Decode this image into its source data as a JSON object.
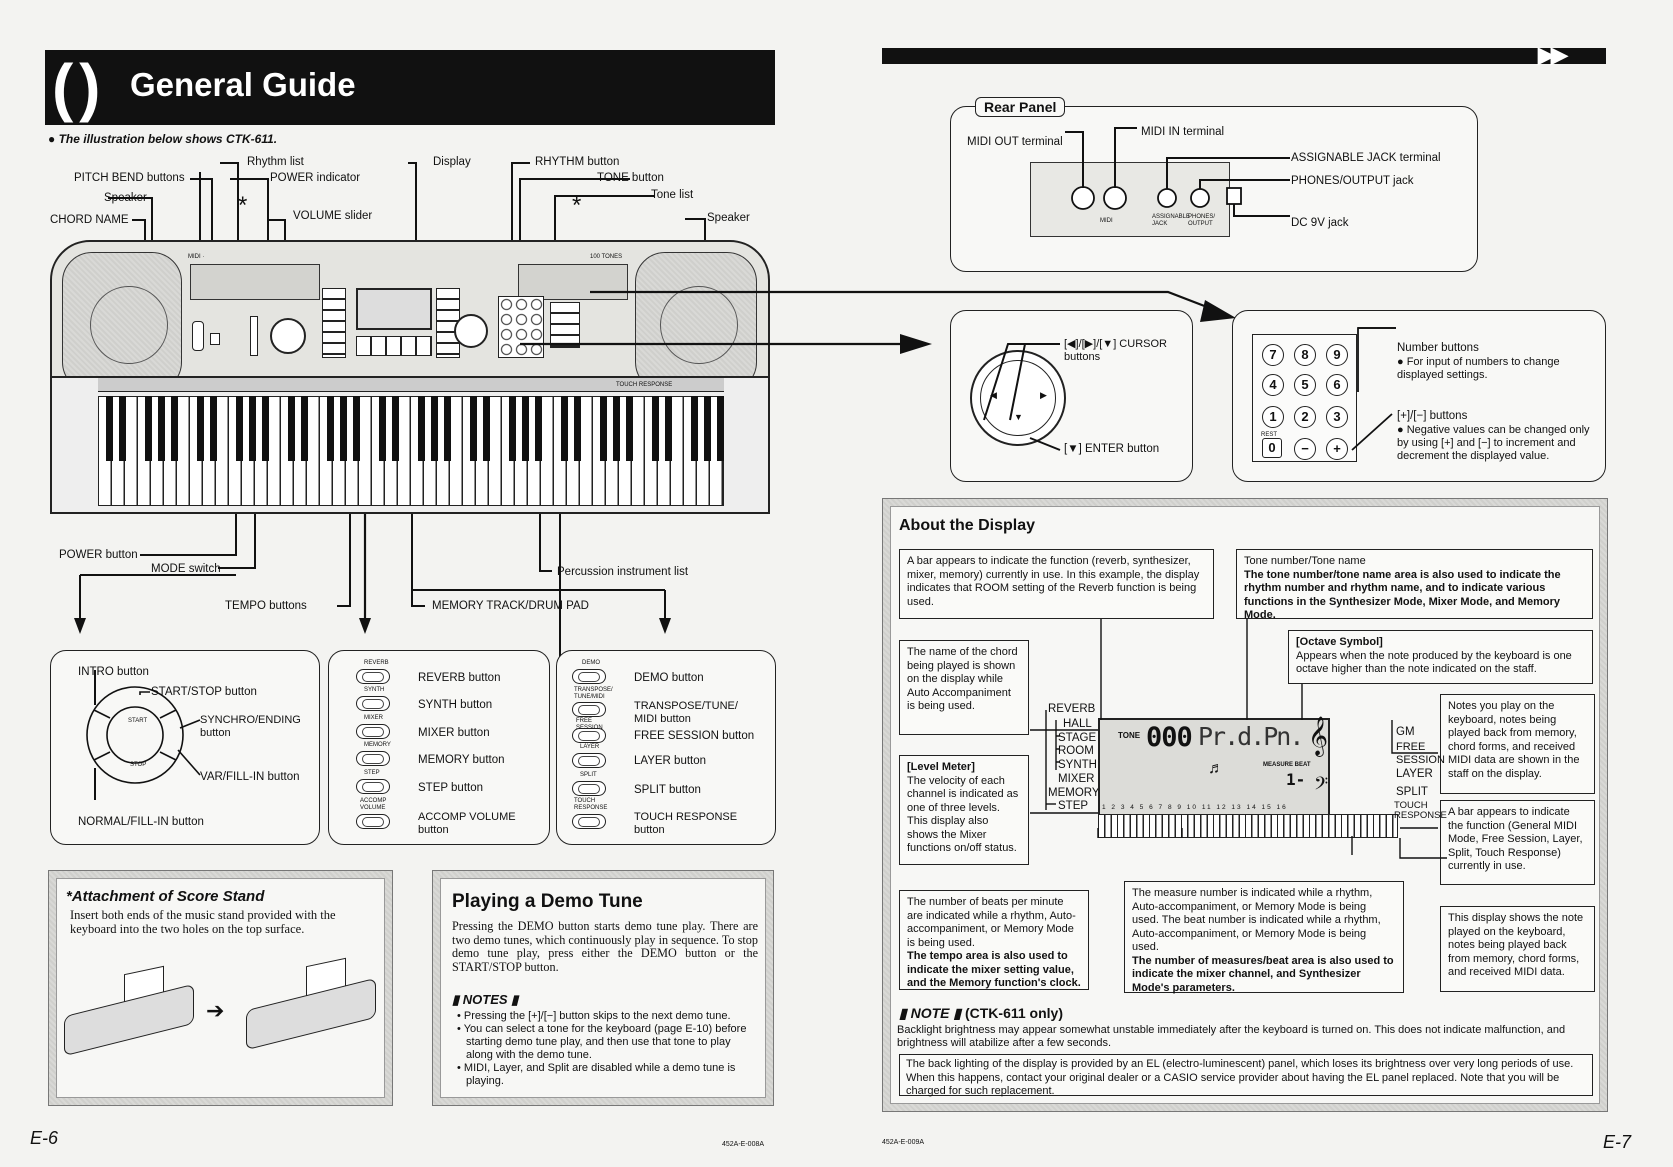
{
  "left_page": {
    "header_title": "General Guide",
    "illustration_note": "The illustration below shows CTK-611.",
    "callouts": {
      "rhythm_list": "Rhythm list",
      "pitch_bend": "PITCH BEND buttons",
      "power_indicator": "POWER indicator",
      "speaker_left": "Speaker",
      "chord_name": "CHORD NAME",
      "volume_slider": "VOLUME slider",
      "display": "Display",
      "rhythm_button": "RHYTHM button",
      "tone_button": "TONE button",
      "tone_list": "Tone list",
      "speaker_right": "Speaker",
      "power_button": "POWER button",
      "mode_switch": "MODE switch",
      "percussion_list": "Percussion instrument list",
      "tempo_buttons": "TEMPO buttons",
      "memory_track": "MEMORY TRACK/DRUM PAD",
      "asterisk": "*"
    },
    "keyboard_labels": {
      "touch_response": "TOUCH RESPONSE",
      "left_panel_tag": "MIDI ·",
      "right_panel_tag": "100 TONES"
    },
    "controller_box": {
      "intro": "INTRO button",
      "start_stop": "START/STOP button",
      "synchro_ending": "SYNCHRO/ENDING button",
      "var_fill": "VAR/FILL-IN button",
      "normal_fill": "NORMAL/FILL-IN button",
      "dial_start": "START",
      "dial_stop": "STOP"
    },
    "function_box": {
      "items": [
        {
          "tag": "REVERB",
          "label": "REVERB button"
        },
        {
          "tag": "SYNTH",
          "label": "SYNTH button"
        },
        {
          "tag": "MIXER",
          "label": "MIXER button"
        },
        {
          "tag": "MEMORY",
          "label": "MEMORY button"
        },
        {
          "tag": "STEP",
          "label": "STEP button"
        },
        {
          "tag": "ACCOMP VOLUME",
          "label": "ACCOMP VOLUME button"
        }
      ]
    },
    "demo_box": {
      "items": [
        {
          "tag": "DEMO",
          "label": "DEMO button"
        },
        {
          "tag": "TRANSPOSE/ TUNE/MIDI",
          "label": "TRANSPOSE/TUNE/ MIDI button"
        },
        {
          "tag": "FREE SESSION",
          "label": "FREE SESSION button"
        },
        {
          "tag": "LAYER",
          "label": "LAYER button"
        },
        {
          "tag": "SPLIT",
          "label": "SPLIT button"
        },
        {
          "tag": "TOUCH RESPONSE",
          "label": "TOUCH RESPONSE button"
        }
      ]
    },
    "score_stand": {
      "title": "*Attachment of Score Stand",
      "body": "Insert both ends of the music stand provided with the keyboard into the two holes on the top surface."
    },
    "demo_tune": {
      "title": "Playing a Demo Tune",
      "body": "Pressing the DEMO button starts demo tune play. There are two demo tunes, which continuously play in sequence. To stop demo tune play, press either the DEMO button or the START/STOP button.",
      "notes_heading": "NOTES",
      "notes": [
        "Pressing the [+]/[−] button skips to the next demo tune.",
        "You can select a tone for the keyboard (page E-10) before starting demo tune play, and then use that tone to play along with the demo tune.",
        "MIDI, Layer, and Split are disabled while a demo tune is playing."
      ]
    },
    "page_number": "E-6",
    "footer_code": "452A-E-008A"
  },
  "right_page": {
    "rear_panel": {
      "title": "Rear Panel",
      "midi_out": "MIDI OUT terminal",
      "midi_in": "MIDI IN terminal",
      "assignable": "ASSIGNABLE JACK terminal",
      "phones": "PHONES/OUTPUT jack",
      "dc": "DC 9V jack",
      "tiny_midi": "MIDI",
      "tiny_assign": "ASSIGNABLE JACK",
      "tiny_phones": "PHONES/ OUTPUT"
    },
    "cursor_box": {
      "cursor_label": "[◀]/[▶]/[▼] CURSOR buttons",
      "enter_label": "[▼] ENTER button"
    },
    "number_box": {
      "number_buttons": "Number buttons",
      "number_desc": "For input of numbers to change displayed settings.",
      "plusminus": "[+]/[−] buttons",
      "plusminus_desc": "Negative values can be changed only by using [+] and [−] to increment and decrement the displayed value.",
      "keys": [
        "7",
        "8",
        "9",
        "4",
        "5",
        "6",
        "1",
        "2",
        "3",
        "0",
        "−",
        "+"
      ],
      "rest_tag": "REST"
    },
    "about_display": {
      "title": "About the Display",
      "bar_func": "A bar appears to indicate the function (reverb, synthesizer, mixer, memory) currently in use. In this example, the display indicates that ROOM setting of the Reverb function is being used.",
      "tone_heading": "Tone number/Tone name",
      "tone_bold": "The tone number/tone name area is also used to indicate the rhythm number and rhythm name, and to indicate various functions in the Synthesizer Mode, Mixer Mode, and Memory Mode.",
      "chord_name": "The name of the chord being played is shown on the display while Auto Accompaniment is being used.",
      "octave_title": "[Octave Symbol]",
      "octave_body": "Appears when the note produced by the keyboard is one octave higher than the note indicated on the staff.",
      "notes_play": "Notes you play on the keyboard, notes being played back from memory, chord forms, and received MIDI data are shown in the staff on the display.",
      "level_title": "[Level Meter]",
      "level_body": "The velocity of each channel is indicated as one of three levels. This display also shows the Mixer functions on/off status.",
      "bar_gm": "A bar appears to indicate the function (General MIDI Mode, Free Session, Layer, Split, Touch Response) currently in use.",
      "tempo_body": "The number of beats per minute are indicated while a rhythm, Auto-accompaniment, or Memory Mode is being used.",
      "tempo_bold": "The tempo area is also used to indicate the mixer setting value, and the Memory function's clock.",
      "measure_body": "The measure number is indicated while a rhythm, Auto-accompaniment, or Memory Mode is being used. The beat number is indicated while a rhythm, Auto-accompaniment, or Memory Mode is being used.",
      "measure_bold": "The number of measures/beat area is also used to indicate the mixer channel, and Synthesizer Mode's parameters.",
      "this_display": "This display shows the note played on the keyboard, notes being played back from memory, chord forms, and received MIDI data.",
      "left_labels": [
        "REVERB",
        "HALL",
        "STAGE",
        "ROOM",
        "SYNTH",
        "MIXER",
        "MEMORY",
        "STEP"
      ],
      "right_labels": [
        "GM",
        "FREE SESSION",
        "LAYER",
        "SPLIT",
        "TOUCH RESPONSE"
      ],
      "lcd_tone": "TONE",
      "lcd_digits": "000",
      "lcd_text": "Pr.d.Pn.",
      "lcd_measure": "MEASURE BEAT",
      "lcd_small_digits": "1-",
      "lcd_keys": "1 2 3 4 5 6 7 8 9 10 11 12 13 14 15 16",
      "note_heading": "NOTE",
      "note_model": "(CTK-611 only)",
      "note_body": "Backlight brightness may appear somewhat unstable immediately after the keyboard is turned on. This does not indicate malfunction, and brightness will atabilize after a few seconds.",
      "backlight": "The back lighting of the display is provided by an EL (electro-luminescent) panel, which loses its brightness over very long periods of use. When this happens, contact your original dealer or a CASIO service provider about having the EL panel replaced. Note that you will be charged for such replacement."
    },
    "page_number": "E-7",
    "footer_code": "452A-E-009A"
  }
}
